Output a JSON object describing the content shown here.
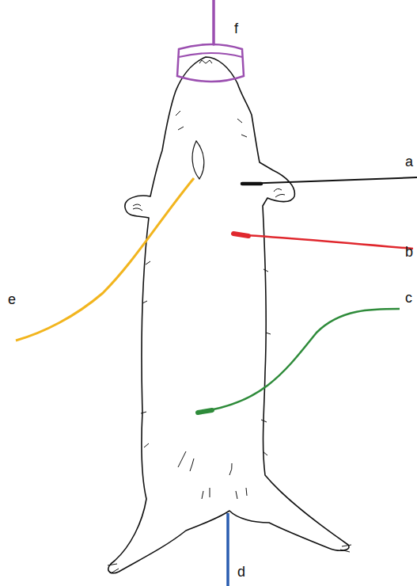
{
  "diagram": {
    "labels": [
      "f",
      "a",
      "b",
      "c",
      "e",
      "d"
    ]
  }
}
